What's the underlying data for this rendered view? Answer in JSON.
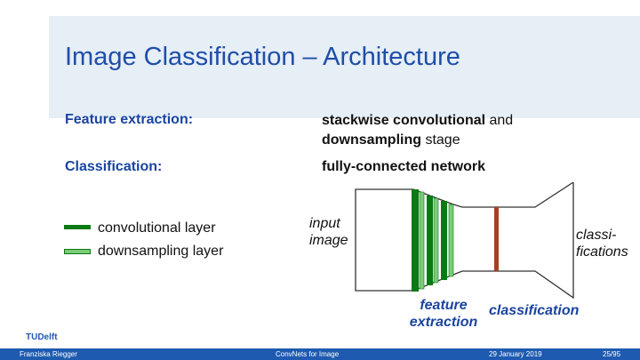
{
  "slide": {
    "title": "Image Classification – Architecture",
    "rows": [
      {
        "label": "Feature extraction:",
        "value_bold_1": "stackwise convolutional",
        "value_mid": " and",
        "value_line2_bold": "downsampling",
        "value_line2": " stage"
      },
      {
        "label": "Classification:",
        "value_bold": "fully-connected network"
      }
    ],
    "legend": [
      {
        "label": "convolutional layer",
        "color": "#0a7a14"
      },
      {
        "label": "downsampling layer",
        "color": "#7acc76"
      }
    ],
    "diagram": {
      "input_line1": "input",
      "input_line2": "image",
      "output_line1": "classi-",
      "output_line2": "fications",
      "feature_line1": "feature",
      "feature_line2": "extraction",
      "classification": "classification",
      "conv_color": "#0a7a14",
      "down_color": "#7acc76",
      "fc_color": "#a5401e"
    }
  },
  "footer": {
    "author": "Franziska Riegger",
    "topic": "ConvNets for Image",
    "date": "29 January 2019",
    "page": "25/95",
    "logo": "TUDelft",
    "bar_color": "#1e5bb0"
  }
}
